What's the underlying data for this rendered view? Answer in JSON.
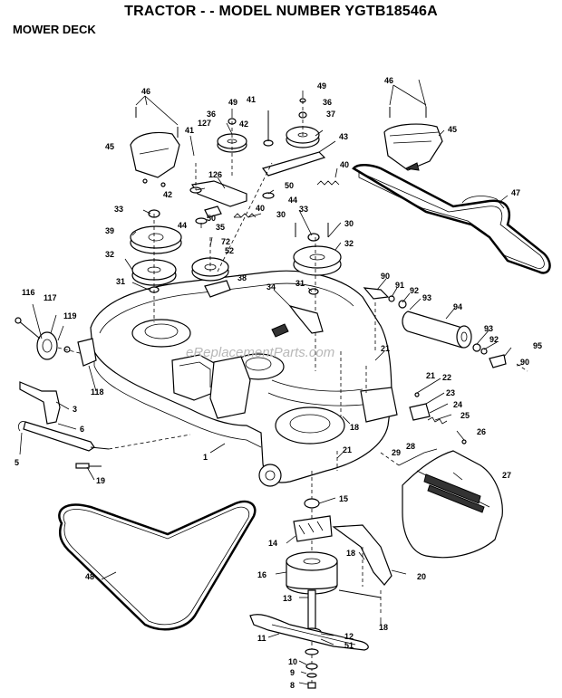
{
  "header": {
    "title": "TRACTOR - - MODEL NUMBER YGTB18546A",
    "section": "MOWER DECK"
  },
  "watermark": "eReplacementParts.com",
  "callouts": [
    "46",
    "49",
    "36",
    "41",
    "42",
    "37",
    "43",
    "127",
    "45",
    "40",
    "126",
    "50",
    "44",
    "33",
    "30",
    "39",
    "72",
    "52",
    "35",
    "32",
    "38",
    "34",
    "31",
    "116",
    "117",
    "119",
    "118",
    "3",
    "6",
    "5",
    "19",
    "1",
    "21",
    "18",
    "22",
    "23",
    "24",
    "25",
    "26",
    "28",
    "29",
    "27",
    "15",
    "14",
    "16",
    "20",
    "48",
    "13",
    "12",
    "51",
    "11",
    "10",
    "9",
    "8",
    "47",
    "90",
    "91",
    "92",
    "93",
    "94",
    "95"
  ]
}
